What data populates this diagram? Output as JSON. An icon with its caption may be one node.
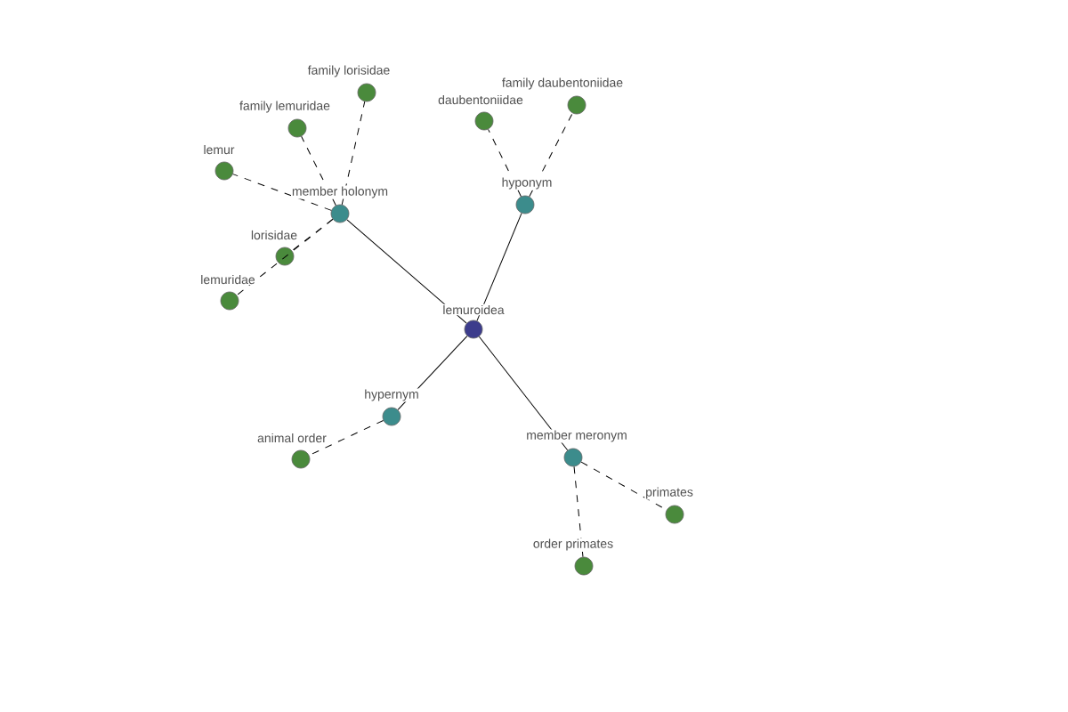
{
  "diagram": {
    "nodes": [
      {
        "text": [
          "lemuroidea"
        ]
      },
      {
        "text": [
          "member holonym"
        ]
      },
      {
        "text": [
          "hyponym"
        ]
      },
      {
        "text": [
          "hypernym"
        ]
      },
      {
        "text": [
          "member meronym"
        ]
      },
      {
        "text": [
          "family lorisidae"
        ]
      },
      {
        "text": [
          "family lemuridae"
        ]
      },
      {
        "text": [
          "lemur"
        ]
      },
      {
        "text": [
          "lorisidae"
        ]
      },
      {
        "text": [
          "lemuridae"
        ]
      },
      {
        "text": [
          "daubentoniidae"
        ]
      },
      {
        "text": [
          "family daubentoniidae"
        ]
      },
      {
        "text": [
          "animal order"
        ]
      },
      {
        "text": [
          "primates"
        ]
      },
      {
        "text": [
          "order primates"
        ]
      }
    ],
    "edges": [
      {
        "from": 0,
        "to": 1,
        "arrow": "none"
      },
      {
        "from": 0,
        "to": 2,
        "arrow": "none"
      },
      {
        "from": 0,
        "to": 3,
        "arrow": "none"
      },
      {
        "from": 0,
        "to": 4,
        "arrow": "none"
      },
      {
        "from": 1,
        "to": 5,
        "arrow": "none",
        "style": "dashed"
      },
      {
        "from": 1,
        "to": 6,
        "arrow": "none",
        "style": "dashed"
      },
      {
        "from": 1,
        "to": 7,
        "arrow": "none",
        "style": "dashed"
      },
      {
        "from": 1,
        "to": 8,
        "arrow": "none",
        "style": "dashed"
      },
      {
        "from": 1,
        "to": 9,
        "arrow": "none",
        "style": "dashed"
      },
      {
        "from": 2,
        "to": 10,
        "arrow": "none",
        "style": "dashed"
      },
      {
        "from": 2,
        "to": 11,
        "arrow": "none",
        "style": "dashed"
      },
      {
        "from": 3,
        "to": 12,
        "arrow": "none",
        "style": "dashed"
      },
      {
        "from": 4,
        "to": 13,
        "arrow": "none",
        "style": "dashed"
      },
      {
        "from": 4,
        "to": 14,
        "arrow": "none",
        "style": "dashed"
      }
    ]
  }
}
